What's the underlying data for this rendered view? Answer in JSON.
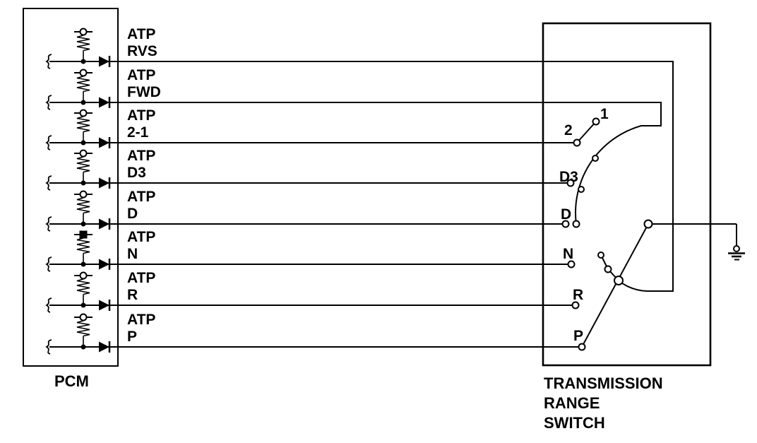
{
  "pcm": {
    "label": "PCM",
    "circuits": [
      {
        "line1": "ATP",
        "line2": "RVS"
      },
      {
        "line1": "ATP",
        "line2": "FWD"
      },
      {
        "line1": "ATP",
        "line2": "2-1"
      },
      {
        "line1": "ATP",
        "line2": "D3"
      },
      {
        "line1": "ATP",
        "line2": "D"
      },
      {
        "line1": "ATP",
        "line2": "N"
      },
      {
        "line1": "ATP",
        "line2": "R"
      },
      {
        "line1": "ATP",
        "line2": "P"
      }
    ]
  },
  "range_switch": {
    "label_lines": [
      "TRANSMISSION",
      "RANGE",
      "SWITCH"
    ],
    "contacts": {
      "c1": "1",
      "c2": "2",
      "d3": "D3",
      "d": "D",
      "n": "N",
      "r": "R",
      "p": "P"
    }
  },
  "symbols": {
    "resistor": "resistor-icon",
    "diode": "diode-icon",
    "ground": "earth-ground-icon",
    "wire_break": "wire-continuation-icon"
  },
  "colors": {
    "line": "#000000",
    "background": "#ffffff"
  }
}
